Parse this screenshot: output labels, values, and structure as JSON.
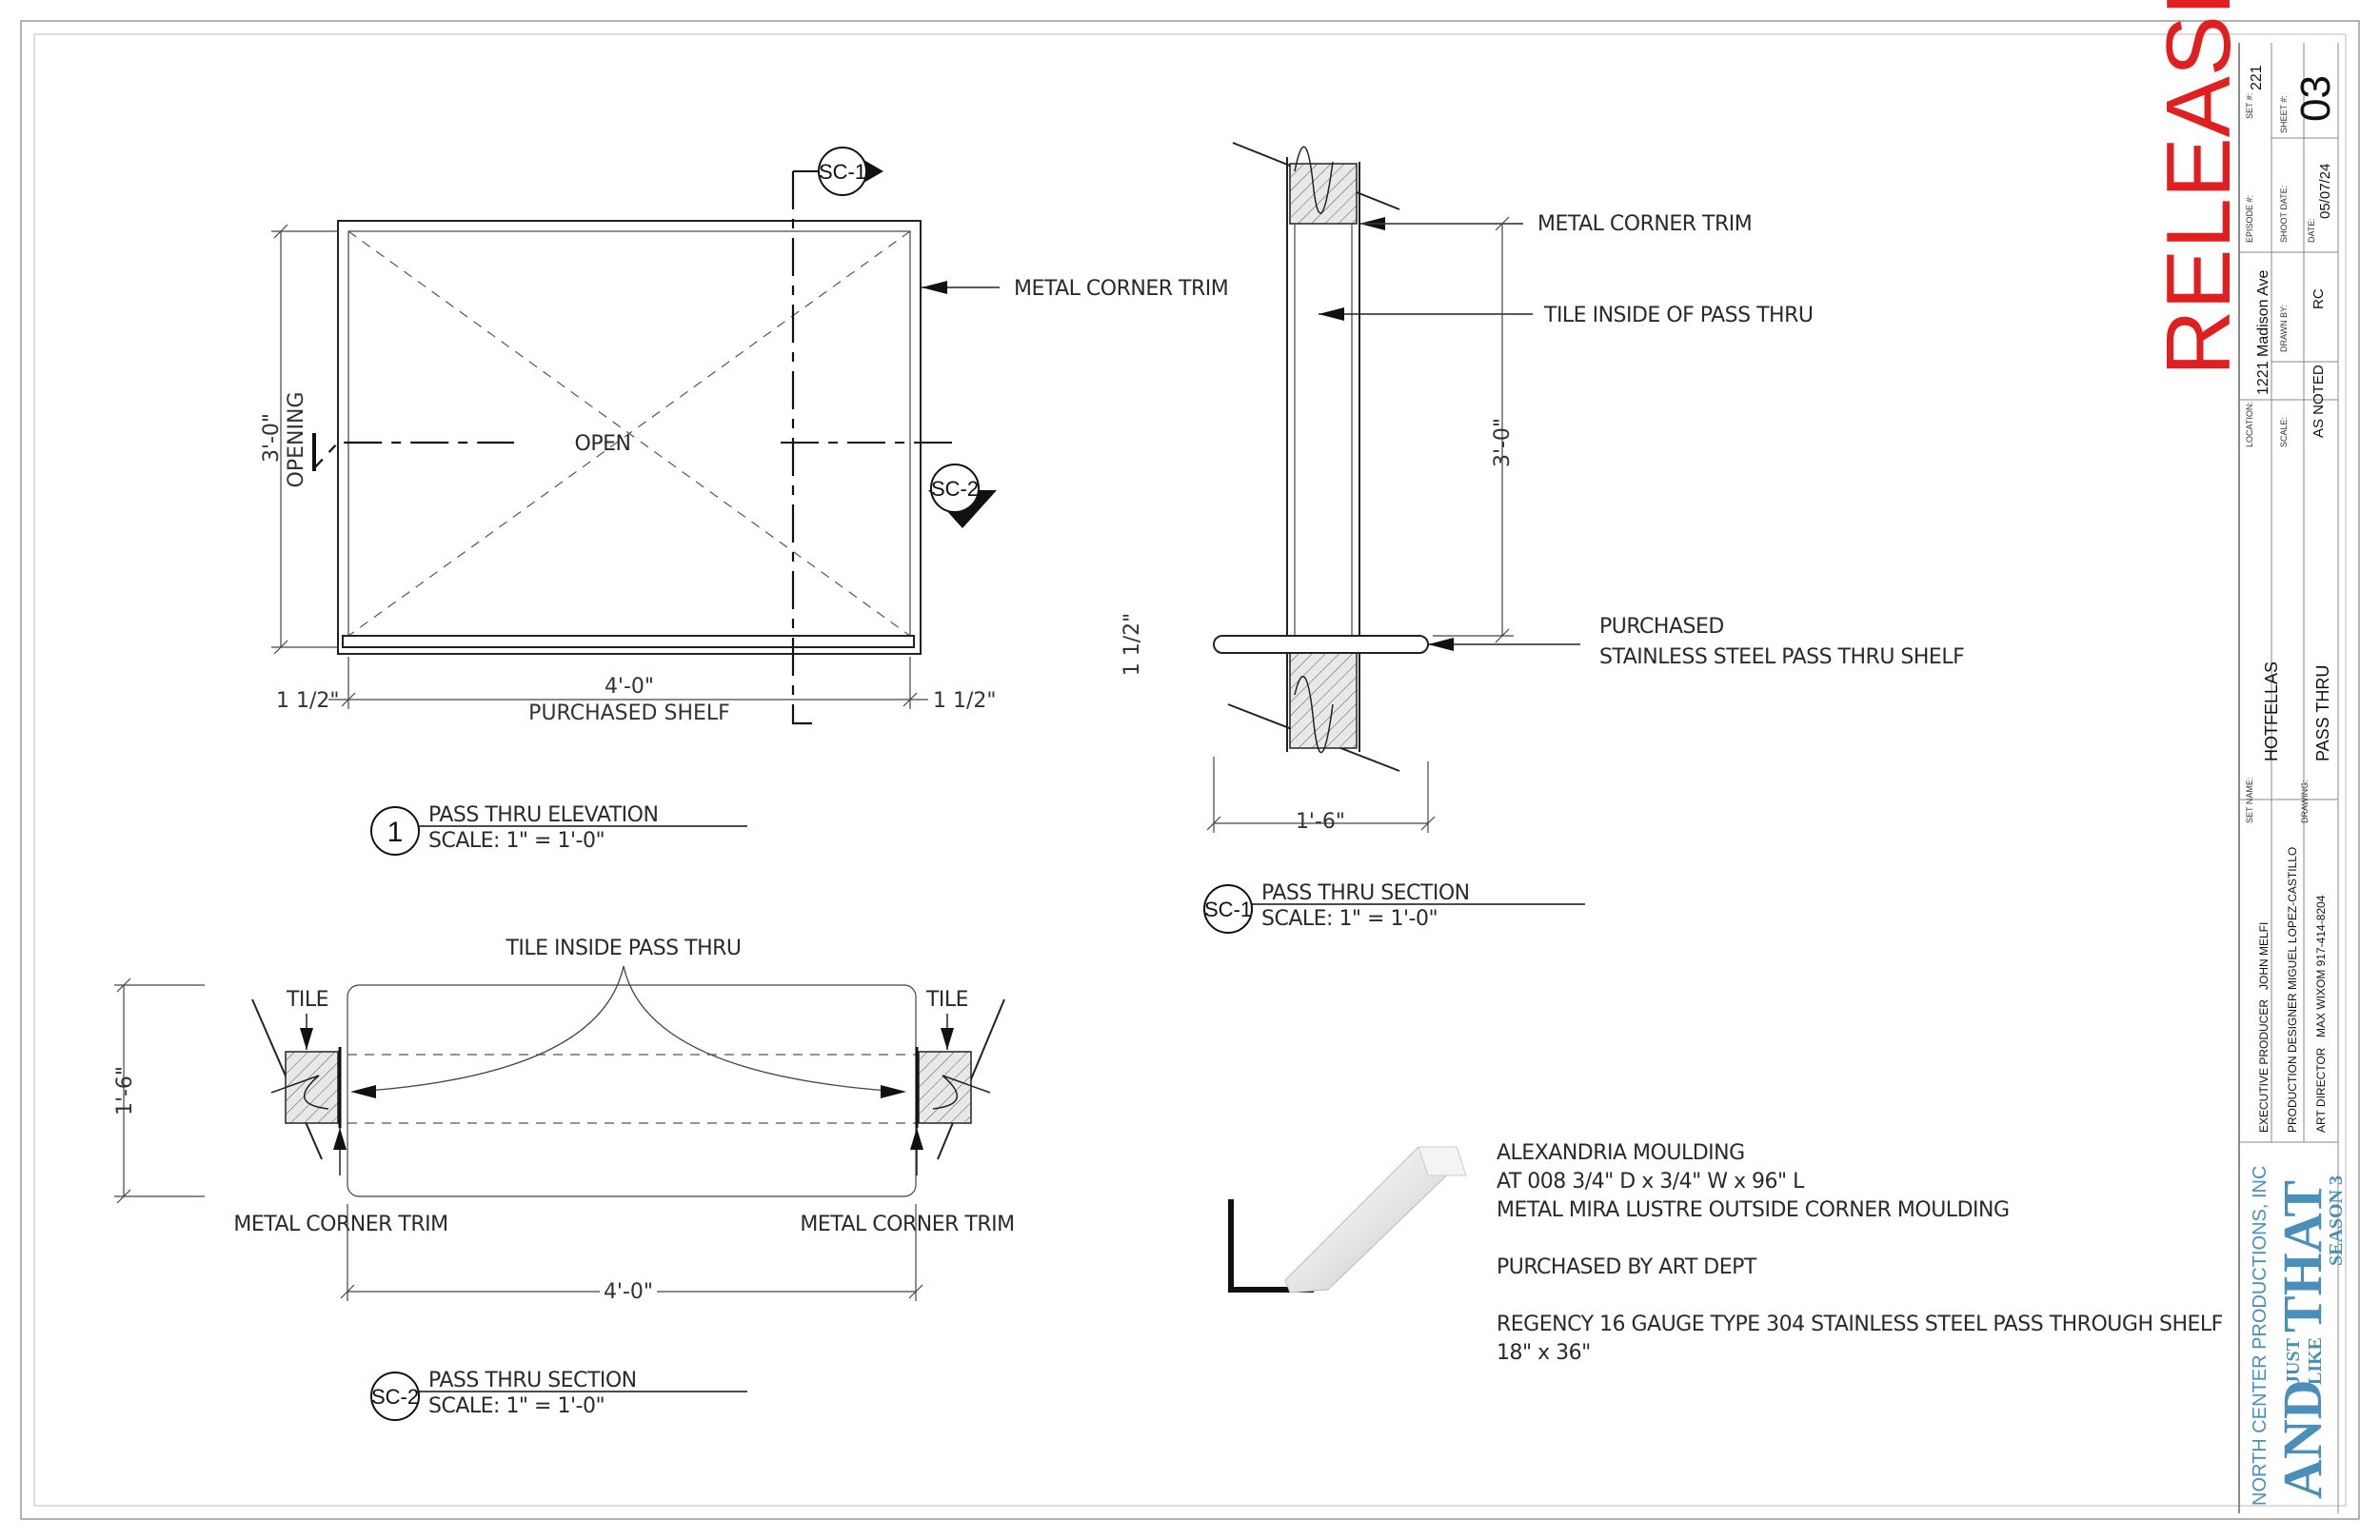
{
  "title_block": {
    "status": "RELEASE",
    "set_label": "SET #:",
    "set_number": "221",
    "sheet_label": "SHEET #:",
    "sheet_number": "03",
    "episode_label": "EPISODE #:",
    "episode_value": "",
    "shoot_date_label": "SHOOT DATE:",
    "shoot_date_value": "",
    "date_label": "DATE:",
    "date_value": "05/07/24",
    "location_label": "LOCATION:",
    "location_value": "1221 Madison Ave",
    "drawn_by_label": "DRAWN BY:",
    "drawn_by_value": "RC",
    "scale_label": "SCALE:",
    "scale_value": "AS NOTED",
    "set_name_label": "SET NAME:",
    "set_name_value": "HOTFELLAS",
    "drawing_label": "DRAWING:",
    "drawing_value": "PASS THRU",
    "credits": [
      {
        "role": "EXECUTIVE PRODUCER",
        "name": "JOHN MELFI"
      },
      {
        "role": "PRODUCTION DESIGNER",
        "name": "MIGUEL LOPEZ-CASTILLO"
      },
      {
        "role": "ART DIRECTOR",
        "name": "MAX WIXOM 917-414-8204"
      }
    ],
    "company": "NORTH CENTER PRODUCTIONS, INC",
    "logo_and": "AND",
    "logo_just": "JUST",
    "logo_like": "LIKE",
    "logo_that": "THAT",
    "logo_season": "SEASON 3"
  },
  "elevation": {
    "center_label": "OPEN",
    "trim_label": "METAL CORNER TRIM",
    "height_dim": "3'-0\"",
    "height_sub": "OPENING",
    "width_dim": "4'-0\"",
    "width_sub": "PURCHASED SHELF",
    "left_offset": "1 1/2\"",
    "right_offset": "1 1/2\"",
    "marker_sc1": "SC-1",
    "marker_sc2": "SC-2",
    "caption_num": "1",
    "caption_title": "PASS THRU ELEVATION",
    "caption_scale": "SCALE: 1\" = 1'-0\""
  },
  "section_sc1": {
    "trim_label": "METAL CORNER TRIM",
    "tile_label": "TILE INSIDE OF PASS THRU",
    "height_dim": "3'-0\"",
    "shelf_label_1": "PURCHASED",
    "shelf_label_2": "STAINLESS STEEL PASS THRU SHELF",
    "shelf_thk": "1 1/2\"",
    "width_dim": "1'-6\"",
    "caption_num": "SC-1",
    "caption_title": "PASS THRU SECTION",
    "caption_scale": "SCALE: 1\" = 1'-0\""
  },
  "section_sc2": {
    "tile_inside_label": "TILE INSIDE PASS THRU",
    "tile_left": "TILE",
    "tile_right": "TILE",
    "trim_left": "METAL CORNER TRIM",
    "trim_right": "METAL CORNER TRIM",
    "depth_dim": "1'-6\"",
    "width_dim": "4'-0\"",
    "caption_num": "SC-2",
    "caption_title": "PASS THRU SECTION",
    "caption_scale": "SCALE: 1\" = 1'-0\""
  },
  "notes": {
    "line1": "ALEXANDRIA MOULDING",
    "line2": "AT 008 3/4\" D x 3/4\" W x 96\" L",
    "line3": "METAL MIRA LUSTRE OUTSIDE CORNER MOULDING",
    "line4": "PURCHASED BY ART DEPT",
    "line5": "REGENCY 16 GAUGE TYPE 304 STAINLESS STEEL PASS THROUGH SHELF",
    "line6": "18\" x 36\""
  },
  "colors": {
    "release_red": "#e02020",
    "logo_blue": "#4a8fb8",
    "line": "#222222"
  }
}
